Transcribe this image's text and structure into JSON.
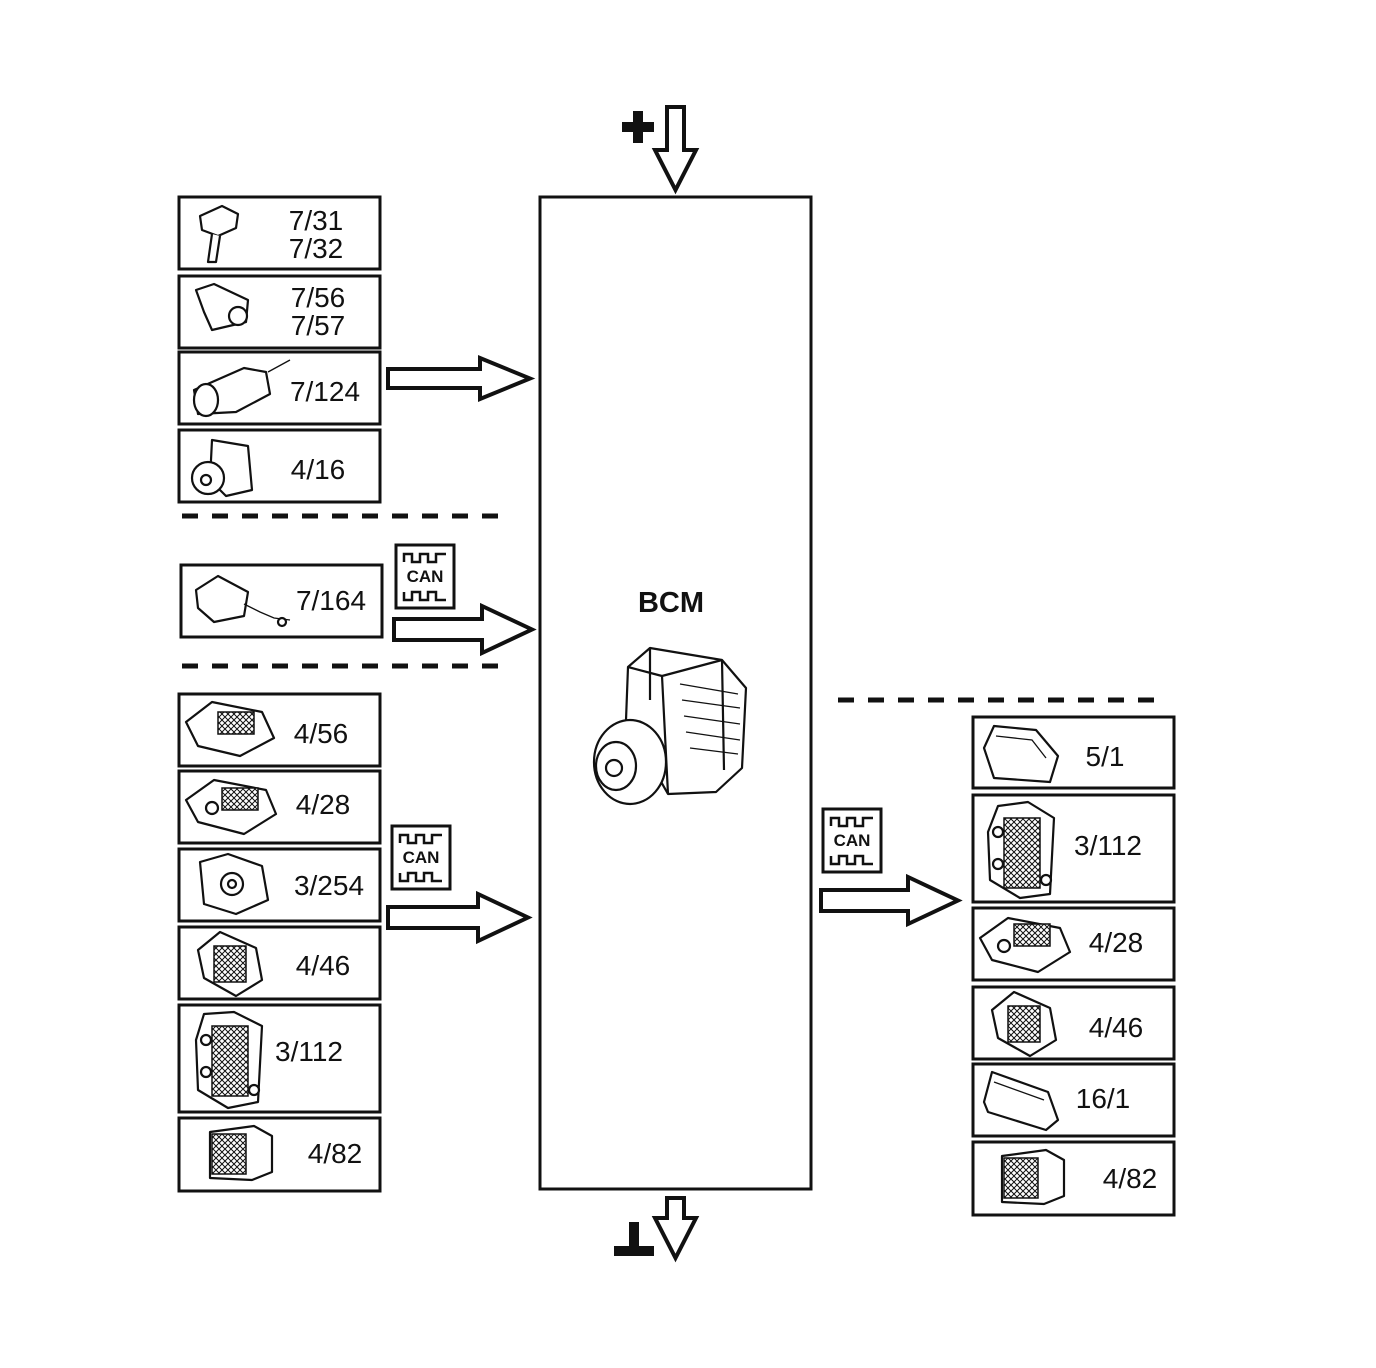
{
  "diagram": {
    "center_module": {
      "label": "BCM"
    },
    "input_group_1": [
      {
        "lines": [
          "7/31",
          "7/32"
        ],
        "icon": "ignition-key-icon"
      },
      {
        "lines": [
          "7/56",
          "7/57"
        ],
        "icon": "lock-barrel-icon"
      },
      {
        "lines": [
          "7/124"
        ],
        "icon": "lock-motor-icon"
      },
      {
        "lines": [
          "4/16"
        ],
        "icon": "actuator-module-icon"
      }
    ],
    "input_group_2": [
      {
        "lines": [
          "7/164"
        ],
        "icon": "sensor-connector-icon"
      }
    ],
    "input_group_3": [
      {
        "lines": [
          "4/56"
        ],
        "icon": "control-unit-icon"
      },
      {
        "lines": [
          "4/28"
        ],
        "icon": "control-unit-icon"
      },
      {
        "lines": [
          "3/254"
        ],
        "icon": "engine-block-icon"
      },
      {
        "lines": [
          "4/46"
        ],
        "icon": "gearbox-icon"
      },
      {
        "lines": [
          "3/112"
        ],
        "icon": "valve-body-icon"
      },
      {
        "lines": [
          "4/82"
        ],
        "icon": "electronic-box-icon"
      }
    ],
    "output_group": [
      {
        "lines": [
          "5/1"
        ],
        "icon": "instrument-cluster-icon"
      },
      {
        "lines": [
          "3/112"
        ],
        "icon": "valve-body-icon"
      },
      {
        "lines": [
          "4/28"
        ],
        "icon": "control-unit-icon"
      },
      {
        "lines": [
          "4/46"
        ],
        "icon": "gearbox-icon"
      },
      {
        "lines": [
          "16/1"
        ],
        "icon": "display-panel-icon"
      },
      {
        "lines": [
          "4/82"
        ],
        "icon": "electronic-box-icon"
      }
    ],
    "can_badge": {
      "label": "CAN"
    },
    "power_supply_icon": "plus-symbol-icon",
    "ground_icon": "ground-symbol-icon"
  }
}
